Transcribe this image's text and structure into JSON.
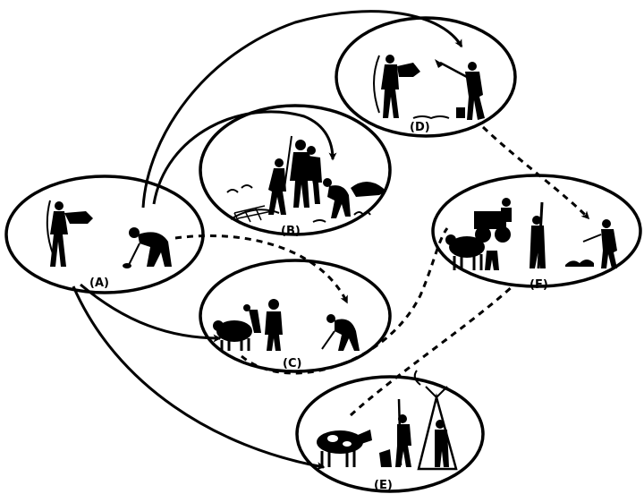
{
  "diagram": {
    "nodes": [
      {
        "id": "A",
        "label": "(A)",
        "scene": "hunter with bow carrying game and gatherer stooping to dig"
      },
      {
        "id": "B",
        "label": "(B)",
        "scene": "fishing with net, hunters with spears, gatherer beside a turtle"
      },
      {
        "id": "C",
        "label": "(C)",
        "scene": "herder with sheep and goat, gatherer digging"
      },
      {
        "id": "D",
        "label": "(D)",
        "scene": "hunter with bow and farmer hoeing the ground"
      },
      {
        "id": "E",
        "label": "(E)",
        "scene": "cattle herding beside a tent with people"
      },
      {
        "id": "F",
        "label": "(F)",
        "scene": "cattle-drawn cart, person pounding grain, farmer hoeing"
      }
    ],
    "edges": [
      {
        "from": "A",
        "to": "D",
        "style": "solid"
      },
      {
        "from": "A",
        "to": "B",
        "style": "solid"
      },
      {
        "from": "A",
        "to": "C",
        "style": "solid"
      },
      {
        "from": "A",
        "to": "E",
        "style": "solid"
      },
      {
        "from": "A",
        "to": "C",
        "style": "dashed"
      },
      {
        "from": "D",
        "to": "F",
        "style": "dashed"
      },
      {
        "from": "C",
        "to": "F",
        "style": "dashed"
      },
      {
        "from": "E",
        "to": "F",
        "style": "dashed"
      }
    ]
  }
}
